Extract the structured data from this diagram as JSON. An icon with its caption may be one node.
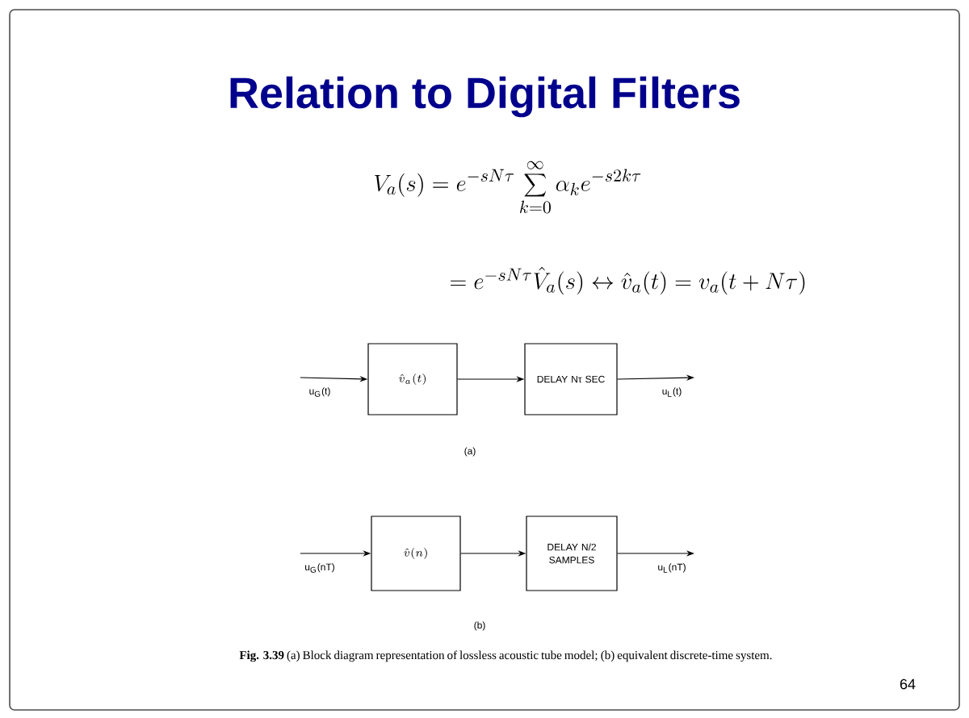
{
  "diagram": {
    "title": "Relation to Digital Filters",
    "nodes": [
      {
        "text": [
          "\\hat{v}_a(t)"
        ]
      },
      {
        "text": [
          "DELAY Nτ SEC"
        ]
      },
      {
        "text": [
          "\\hat{v}(n)"
        ]
      },
      {
        "text": [
          "DELAY N/2 SAMPLES"
        ]
      }
    ],
    "edges": [
      {
        "from": null,
        "to": 0,
        "arrow": "to",
        "label": "u$_{G}$(t)"
      },
      {
        "from": 0,
        "to": 1,
        "arrow": "to"
      },
      {
        "from": 1,
        "to": null,
        "arrow": "to",
        "label": "u$_{L}$(t)"
      },
      {
        "from": null,
        "to": 2,
        "arrow": "to",
        "label": "u$_{G}$(nT)"
      },
      {
        "from": 2,
        "to": 3,
        "arrow": "to"
      },
      {
        "from": 3,
        "to": null,
        "arrow": "to",
        "label": "u$_{L}$(nT)"
      }
    ],
    "labels": [
      "V_a(s) = e^{-sN\\tau}\\sum_{k=0}^{\\infty}\\alpha_k e^{-s2k\\tau}",
      "= e^{-sN\\tau}\\hat{V}_a(s) \\leftrightarrow \\hat{v}_a(t) = v_a(t+N\\tau)",
      "(a)",
      "(b)",
      "64"
    ],
    "caption": "**Fig. 3.39** (a) Block diagram representation of lossless acoustic tube model; (b) equivalent discrete-time system."
  }
}
